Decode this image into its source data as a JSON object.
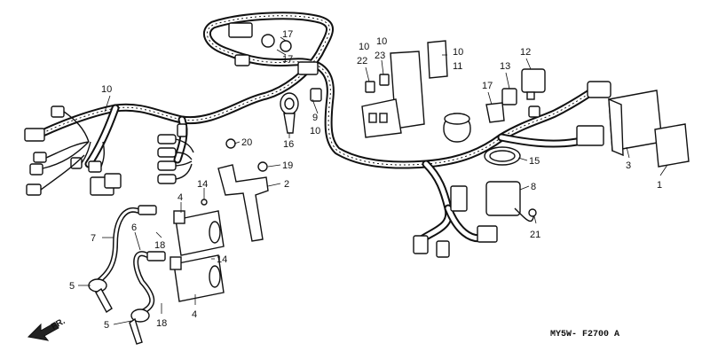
{
  "diagram": {
    "callouts": [
      {
        "id": "c-10a",
        "label": "10"
      },
      {
        "id": "c-17a",
        "label": "17"
      },
      {
        "id": "c-17b",
        "label": "17"
      },
      {
        "id": "c-10b",
        "label": "10"
      },
      {
        "id": "c-22",
        "label": "22"
      },
      {
        "id": "c-10c",
        "label": "10"
      },
      {
        "id": "c-23",
        "label": "23"
      },
      {
        "id": "c-10d",
        "label": "10"
      },
      {
        "id": "c-11",
        "label": "11"
      },
      {
        "id": "c-12",
        "label": "12"
      },
      {
        "id": "c-13",
        "label": "13"
      },
      {
        "id": "c-17c",
        "label": "17"
      },
      {
        "id": "c-9",
        "label": "9"
      },
      {
        "id": "c-10e",
        "label": "10"
      },
      {
        "id": "c-16",
        "label": "16"
      },
      {
        "id": "c-20",
        "label": "20"
      },
      {
        "id": "c-19",
        "label": "19"
      },
      {
        "id": "c-2",
        "label": "2"
      },
      {
        "id": "c-14a",
        "label": "14"
      },
      {
        "id": "c-4a",
        "label": "4"
      },
      {
        "id": "c-7",
        "label": "7"
      },
      {
        "id": "c-6",
        "label": "6"
      },
      {
        "id": "c-18a",
        "label": "18"
      },
      {
        "id": "c-14b",
        "label": "14"
      },
      {
        "id": "c-5a",
        "label": "5"
      },
      {
        "id": "c-5b",
        "label": "5"
      },
      {
        "id": "c-18b",
        "label": "18"
      },
      {
        "id": "c-4b",
        "label": "4"
      },
      {
        "id": "c-15",
        "label": "15"
      },
      {
        "id": "c-8",
        "label": "8"
      },
      {
        "id": "c-3",
        "label": "3"
      },
      {
        "id": "c-1",
        "label": "1"
      },
      {
        "id": "c-21",
        "label": "21"
      }
    ],
    "direction_label": "FR.",
    "figure_code": "MY5W- F2700 A"
  }
}
